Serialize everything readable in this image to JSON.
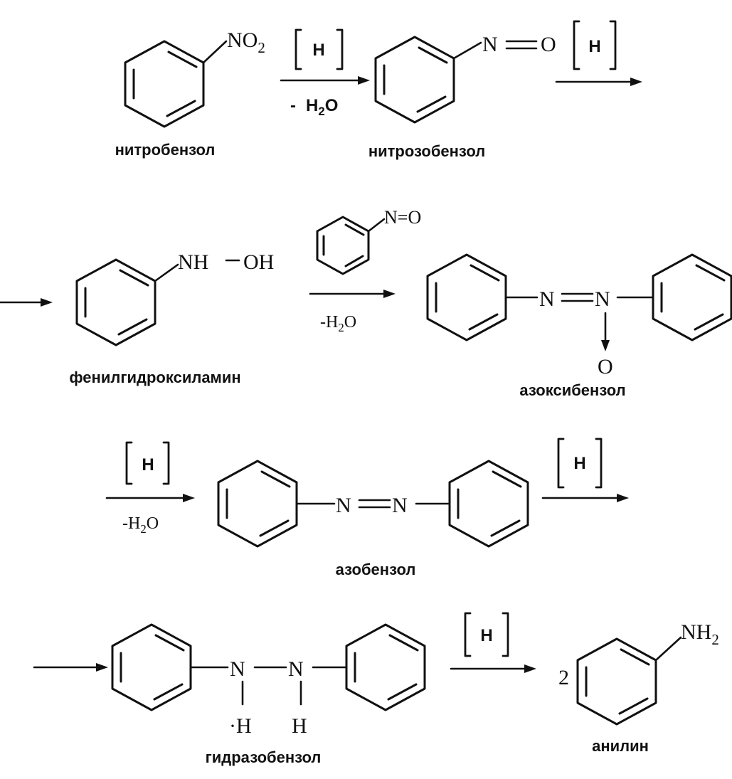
{
  "compounds": {
    "nitrobenzene": {
      "name": "нитробензол",
      "group": "NO",
      "group_sub": "2"
    },
    "nitrosobenzene": {
      "name": "нитрозобензол",
      "group_n": "N",
      "group_o": "O"
    },
    "phenylhydroxylamine": {
      "name": "фенилгидроксиламин",
      "group_nh": "NH",
      "group_oh": "OH"
    },
    "reagent_nitroso": {
      "group": "N=O"
    },
    "azoxybenzene": {
      "name": "азоксибензол",
      "n1": "N",
      "n2": "N",
      "o": "O"
    },
    "azobenzene": {
      "name": "азобензол",
      "n1": "N",
      "n2": "N"
    },
    "hydrazobenzene": {
      "name": "гидразобензол",
      "n1": "N",
      "n2": "N",
      "h1": "·H",
      "h2": "H"
    },
    "aniline": {
      "name": "анилин",
      "coefficient": "2",
      "group": "NH",
      "group_sub": "2"
    }
  },
  "conditions": {
    "reductant": "H",
    "water_loss_1_prefix": "-",
    "water_loss_1": "H",
    "water_loss_1_sub": "2",
    "water_loss_1_end": "O",
    "water_loss_2": "-H",
    "water_loss_2_sub": "2",
    "water_loss_2_end": "O",
    "water_loss_3": "-H",
    "water_loss_3_sub": "2",
    "water_loss_3_end": "O"
  }
}
